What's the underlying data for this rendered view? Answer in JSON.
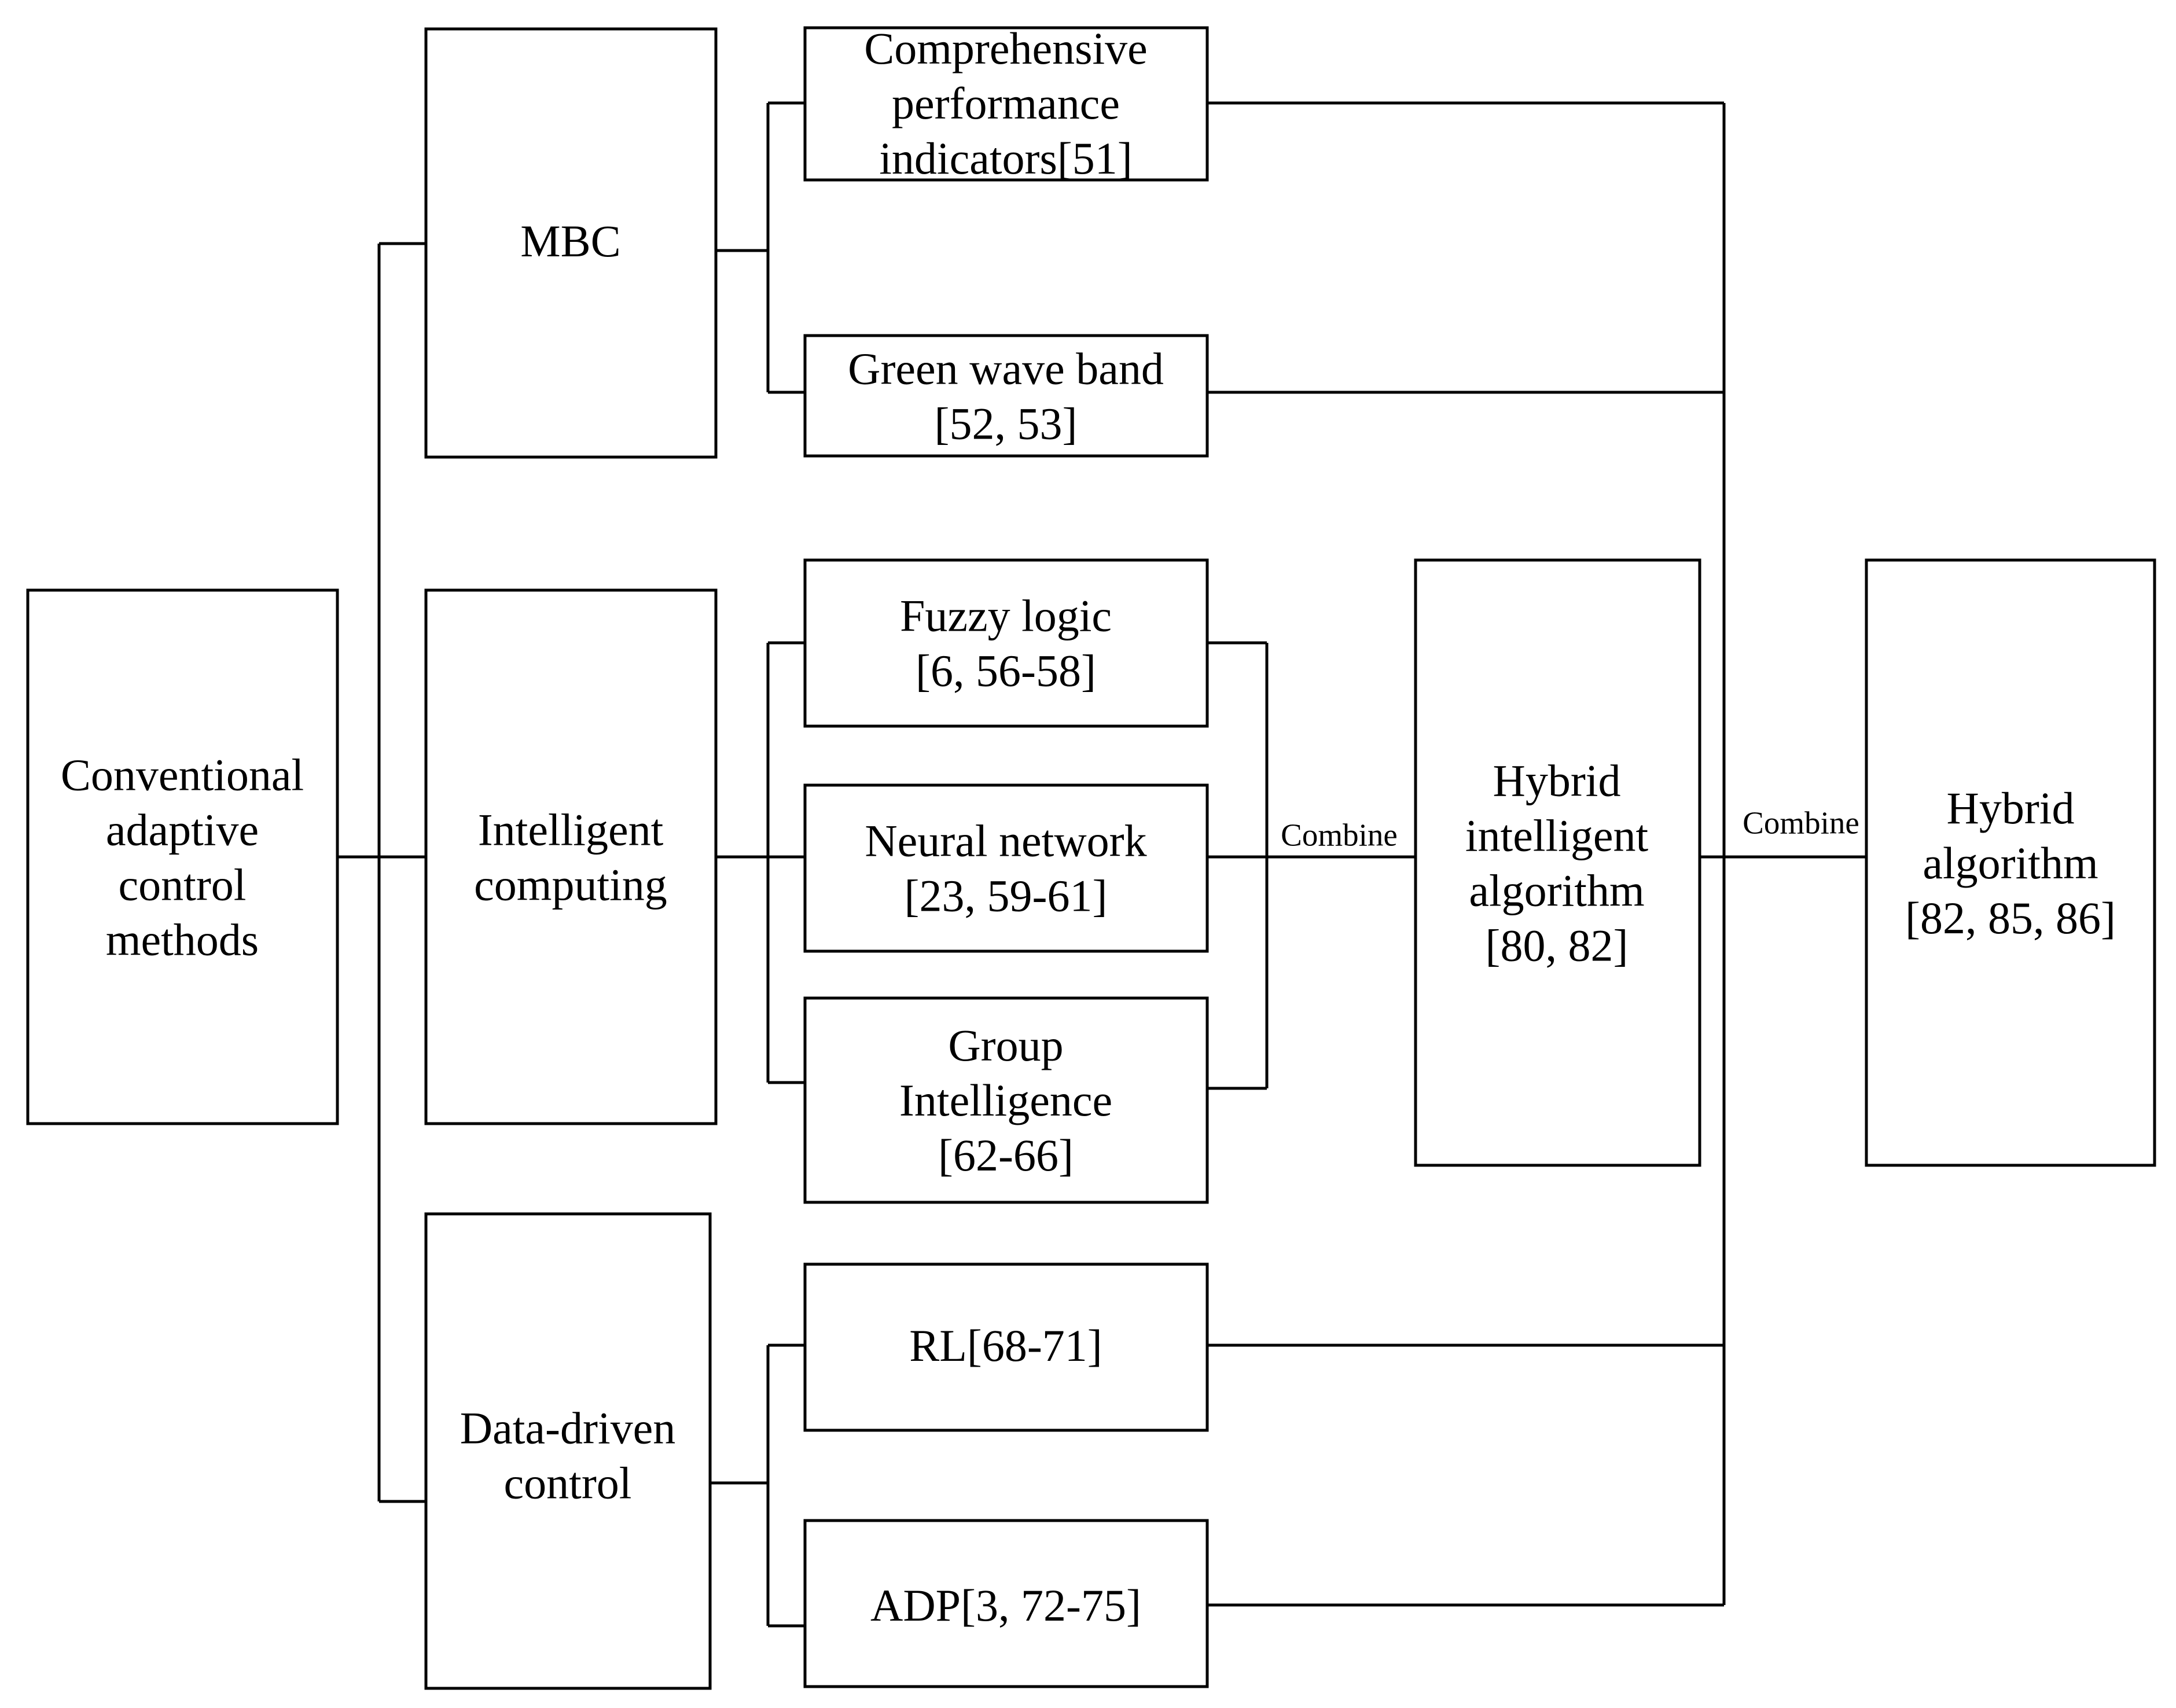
{
  "nodes": {
    "conventional": {
      "lines": [
        "Conventional",
        "adaptive",
        "control",
        "methods"
      ]
    },
    "mbc": {
      "lines": [
        "MBC"
      ]
    },
    "intelligent": {
      "lines": [
        "Intelligent",
        "computing"
      ]
    },
    "datadriven": {
      "lines": [
        "Data-driven",
        "control"
      ]
    },
    "comprehensive": {
      "lines": [
        "Comprehensive",
        "performance",
        "indicators[51]"
      ]
    },
    "greenwave": {
      "lines": [
        "Green wave band",
        "[52, 53]"
      ]
    },
    "fuzzy": {
      "lines": [
        "Fuzzy logic",
        "[6, 56-58]"
      ]
    },
    "neural": {
      "lines": [
        "Neural network",
        "[23, 59-61]"
      ]
    },
    "group": {
      "lines": [
        "Group",
        "Intelligence",
        "[62-66]"
      ]
    },
    "rl": {
      "lines": [
        "RL[68-71]"
      ]
    },
    "adp": {
      "lines": [
        "ADP[3, 72-75]"
      ]
    },
    "hybrid_intelligent": {
      "lines": [
        "Hybrid",
        "intelligent",
        "algorithm",
        "[80, 82]"
      ]
    },
    "hybrid_algorithm": {
      "lines": [
        "Hybrid",
        "algorithm",
        "[82, 85, 86]"
      ]
    }
  },
  "edge_labels": {
    "combine_1": "Combine",
    "combine_2": "Combine"
  }
}
